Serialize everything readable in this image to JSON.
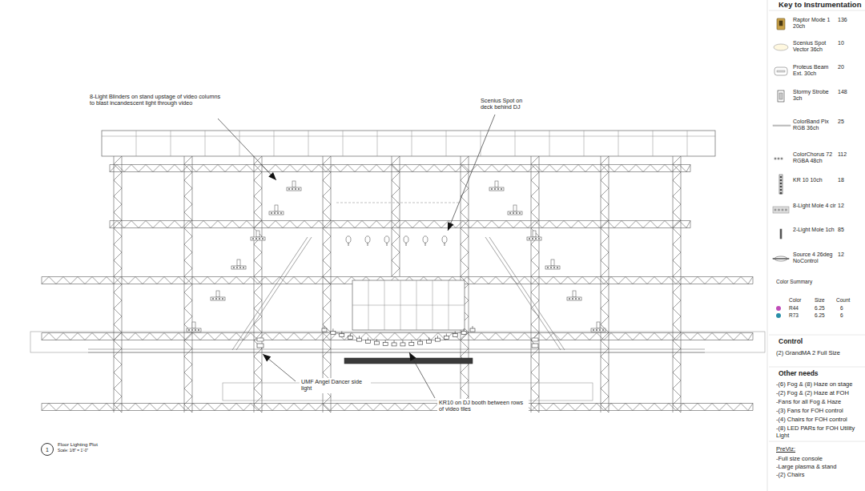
{
  "diagram": {
    "nodes": [
      {
        "text": [
          "1"
        ]
      }
    ],
    "labels": [
      "8-Light Blinders on stand upstage of video columns to blast incandescent light through video",
      "Scenius Spot on deck behind DJ",
      "UMF Angel Dancer side light",
      "KR10 on DJ booth between rows of video tiles",
      "Floor Lighting Plot",
      "Scale: 1/8\" = 1'-0\"",
      "Key to Instrumentation",
      "136",
      "10",
      "20",
      "148",
      "25",
      "112",
      "18",
      "12",
      "85",
      "12",
      "Color Summary",
      "Color",
      "Size",
      "Count",
      "6.25",
      "6",
      "6.25",
      "6",
      "Control",
      "(2) GrandMA 2 Full Size",
      "Other needs",
      "-(6) Fog & (8) Haze on stage",
      "-(2) Fog & (2) Haze at FOH",
      "-Fans for all Fog & Haze",
      "-(3) Fans for FOH control",
      "-(4) Chairs for FOH control",
      "-(8) LED PARs for FOH Utility Light",
      "PreViz:",
      "-Full size console",
      "-Large plasma & stand",
      "-(2) Chairs"
    ],
    "legend": [
      {
        "text": "Raptor Mode 1 20ch"
      },
      {
        "text": "Scenius Spot Vector 36ch"
      },
      {
        "text": "Proteus Beam Ext. 30ch"
      },
      {
        "text": "Stormy Strobe 3ch"
      },
      {
        "text": "ColorBand Pix RGB 36ch"
      },
      {
        "text": "ColorChorus 72 RGBA 48ch"
      },
      {
        "text": "KR 10 10ch"
      },
      {
        "text": "8-Light Mole 4 cir"
      },
      {
        "text": "2-Light Mole 1ch"
      },
      {
        "text": "Source 4 26deg NoControl"
      },
      {
        "text": "R44",
        "color": "#c04cb8"
      },
      {
        "text": "R73",
        "color": "#2a8fa8"
      }
    ]
  }
}
